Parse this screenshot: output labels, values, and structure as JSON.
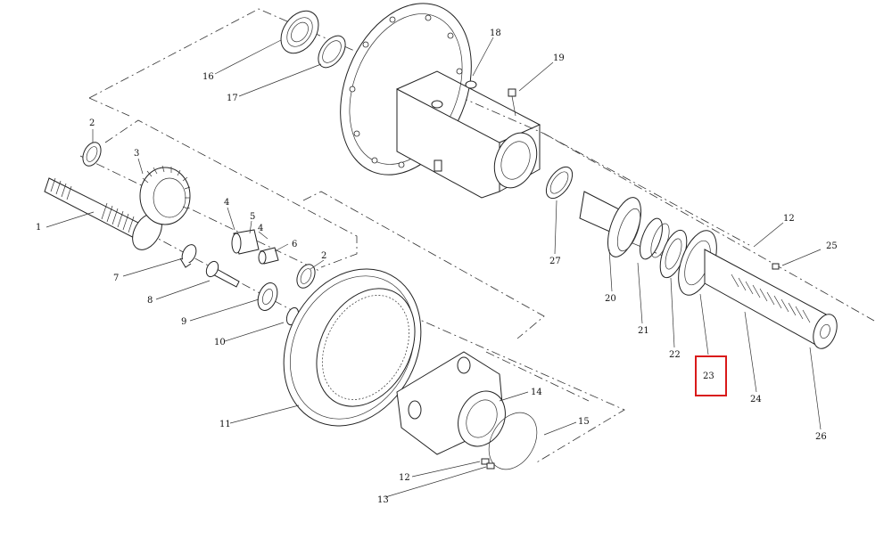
{
  "labels": {
    "p1": "1",
    "p2a": "2",
    "p2b": "2",
    "p3": "3",
    "p4a": "4",
    "p4b": "4",
    "p5": "5",
    "p6": "6",
    "p7": "7",
    "p8": "8",
    "p9": "9",
    "p10": "10",
    "p11": "11",
    "p12a": "12",
    "p12b": "12",
    "p13": "13",
    "p14": "14",
    "p15": "15",
    "p16": "16",
    "p17": "17",
    "p18": "18",
    "p19": "19",
    "p20": "20",
    "p21": "21",
    "p22": "22",
    "p23": "23",
    "p24": "24",
    "p25": "25",
    "p26": "26",
    "p27": "27"
  },
  "highlight": {
    "part": "23",
    "color": "#d91a1a"
  }
}
